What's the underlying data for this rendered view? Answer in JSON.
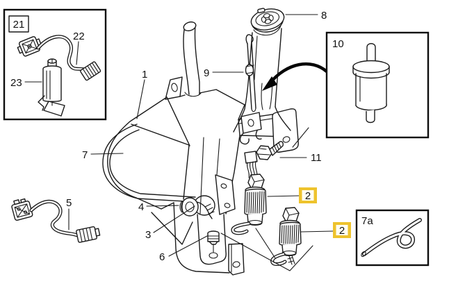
{
  "diagram": {
    "background_color": "#ffffff",
    "line_color": "#1a1a1a"
  },
  "highlight": {
    "border_color": "#eec32d",
    "fill_color": "#fffef2",
    "text_color": "#111111"
  },
  "callouts": {
    "part1": "1",
    "part2a": "2",
    "part2b": "2",
    "part3": "3",
    "part4": "4",
    "part5": "5",
    "part6": "6",
    "part7": "7",
    "part7a": "7a",
    "part8": "8",
    "part9": "9",
    "part10": "10",
    "part11": "11",
    "part21": "21",
    "part22": "22",
    "part23": "23"
  }
}
